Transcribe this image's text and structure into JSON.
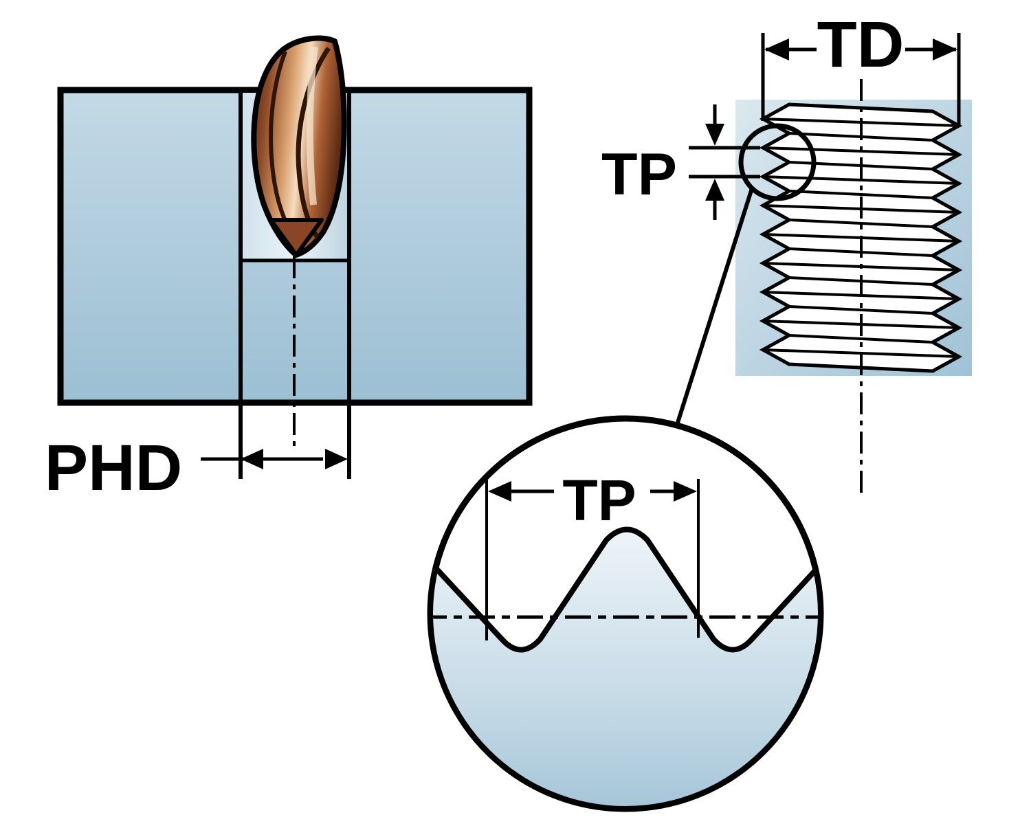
{
  "diagram": {
    "title": "Thread milling hole dimension diagram",
    "labels": {
      "phd": "PHD",
      "td": "TD",
      "tp_pitch_side": "TP",
      "tp_pitch_detail": "TP"
    },
    "colors": {
      "material_blue": "#9cbfd3",
      "material_blue_light": "#d8e6ee",
      "hole_light": "#e6eff5",
      "detail_blue_top": "#ecf3f8",
      "detail_blue_bottom": "#97bcd2",
      "tool_copper": "#b06336",
      "outline": "#000000",
      "background": "#ffffff"
    }
  }
}
